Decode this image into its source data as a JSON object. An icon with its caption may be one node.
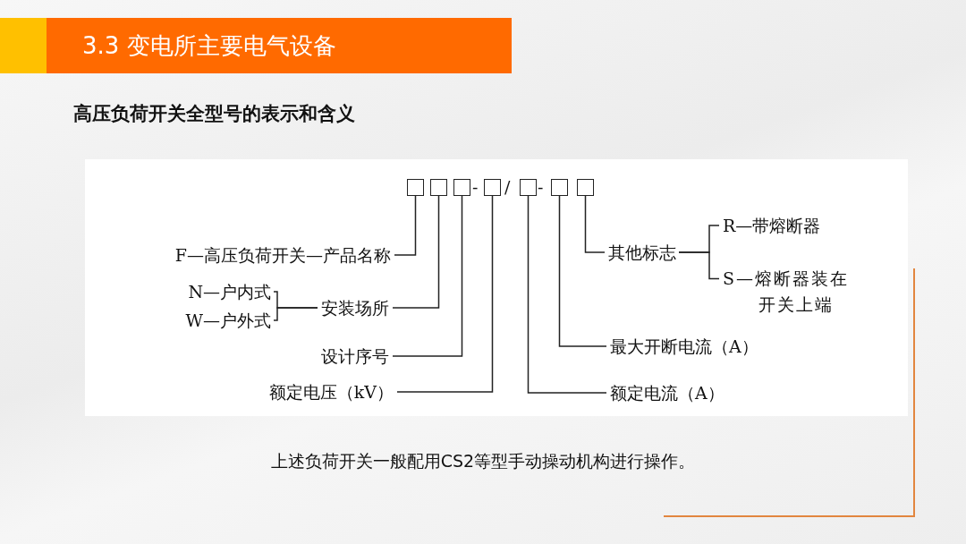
{
  "diagram": {
    "title": "3.3 变电所主要电气设备",
    "caption": "上述负荷开关一般配用CS2等型手动操动机构进行操作。",
    "nodes": [
      {
        "text": [],
        "shape": "box"
      },
      {
        "text": [],
        "shape": "box"
      },
      {
        "text": [],
        "shape": "box"
      },
      {
        "text": [],
        "shape": "box"
      },
      {
        "text": [],
        "shape": "box"
      },
      {
        "text": [],
        "shape": "box"
      },
      {
        "text": [],
        "shape": "box"
      },
      {
        "text": [
          "F—高压负荷开关—产品名称"
        ]
      },
      {
        "text": [
          "安装场所"
        ]
      },
      {
        "text": [
          "N—户内式"
        ]
      },
      {
        "text": [
          "W—户外式"
        ]
      },
      {
        "text": [
          "设计序号"
        ]
      },
      {
        "text": [
          "额定电压（kV）"
        ]
      },
      {
        "text": [
          "额定电流（A）"
        ]
      },
      {
        "text": [
          "最大开断电流（A）"
        ]
      },
      {
        "text": [
          "其他标志"
        ]
      },
      {
        "text": [
          "R—带熔断器"
        ]
      },
      {
        "text": [
          "S—熔断器装在开关上端"
        ]
      }
    ],
    "edges": [
      {
        "from": 7,
        "to": 0,
        "arrow": "none"
      },
      {
        "from": 8,
        "to": 1,
        "arrow": "none"
      },
      {
        "from": 9,
        "to": 8,
        "arrow": "none"
      },
      {
        "from": 10,
        "to": 8,
        "arrow": "none"
      },
      {
        "from": 11,
        "to": 2,
        "arrow": "none"
      },
      {
        "from": 12,
        "to": 3,
        "arrow": "none"
      },
      {
        "from": 13,
        "to": 4,
        "arrow": "none"
      },
      {
        "from": 14,
        "to": 5,
        "arrow": "none"
      },
      {
        "from": 15,
        "to": 6,
        "arrow": "none"
      },
      {
        "from": 15,
        "to": 16,
        "arrow": "none"
      },
      {
        "from": 15,
        "to": 17,
        "arrow": "none"
      }
    ],
    "labels": [
      "高压负荷开关全型号的表示和含义",
      "-",
      "/",
      "-"
    ]
  }
}
